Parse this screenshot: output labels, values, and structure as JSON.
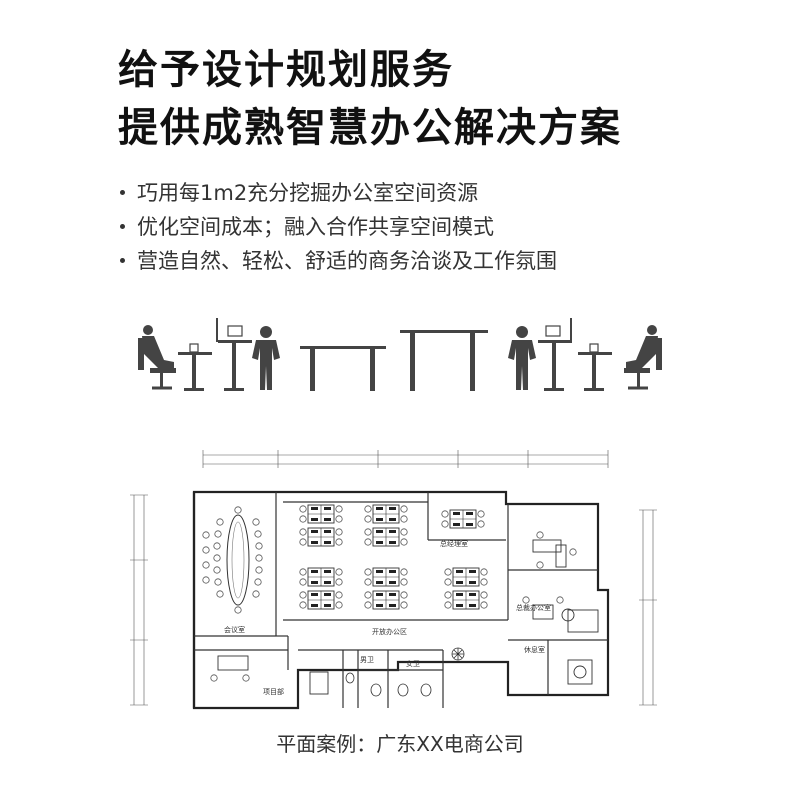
{
  "title": {
    "line1": "给予设计规划服务",
    "line2": "提供成熟智慧办公解决方案"
  },
  "bullets": [
    "巧用每1m2充分挖掘办公室空间资源",
    "优化空间成本；融入合作共享空间模式",
    "营造自然、轻松、舒适的商务洽谈及工作氛围"
  ],
  "floor_plan": {
    "rooms": {
      "meeting_room": "会议室",
      "open_office": "开放办公区",
      "manager_room": "总经理室",
      "ceo_office": "总裁办公室",
      "project_dept": "项目部",
      "mens_wc": "男卫",
      "womens_wc": "女卫",
      "lounge": "休息室"
    }
  },
  "caption": "平面案例：广东XX电商公司"
}
